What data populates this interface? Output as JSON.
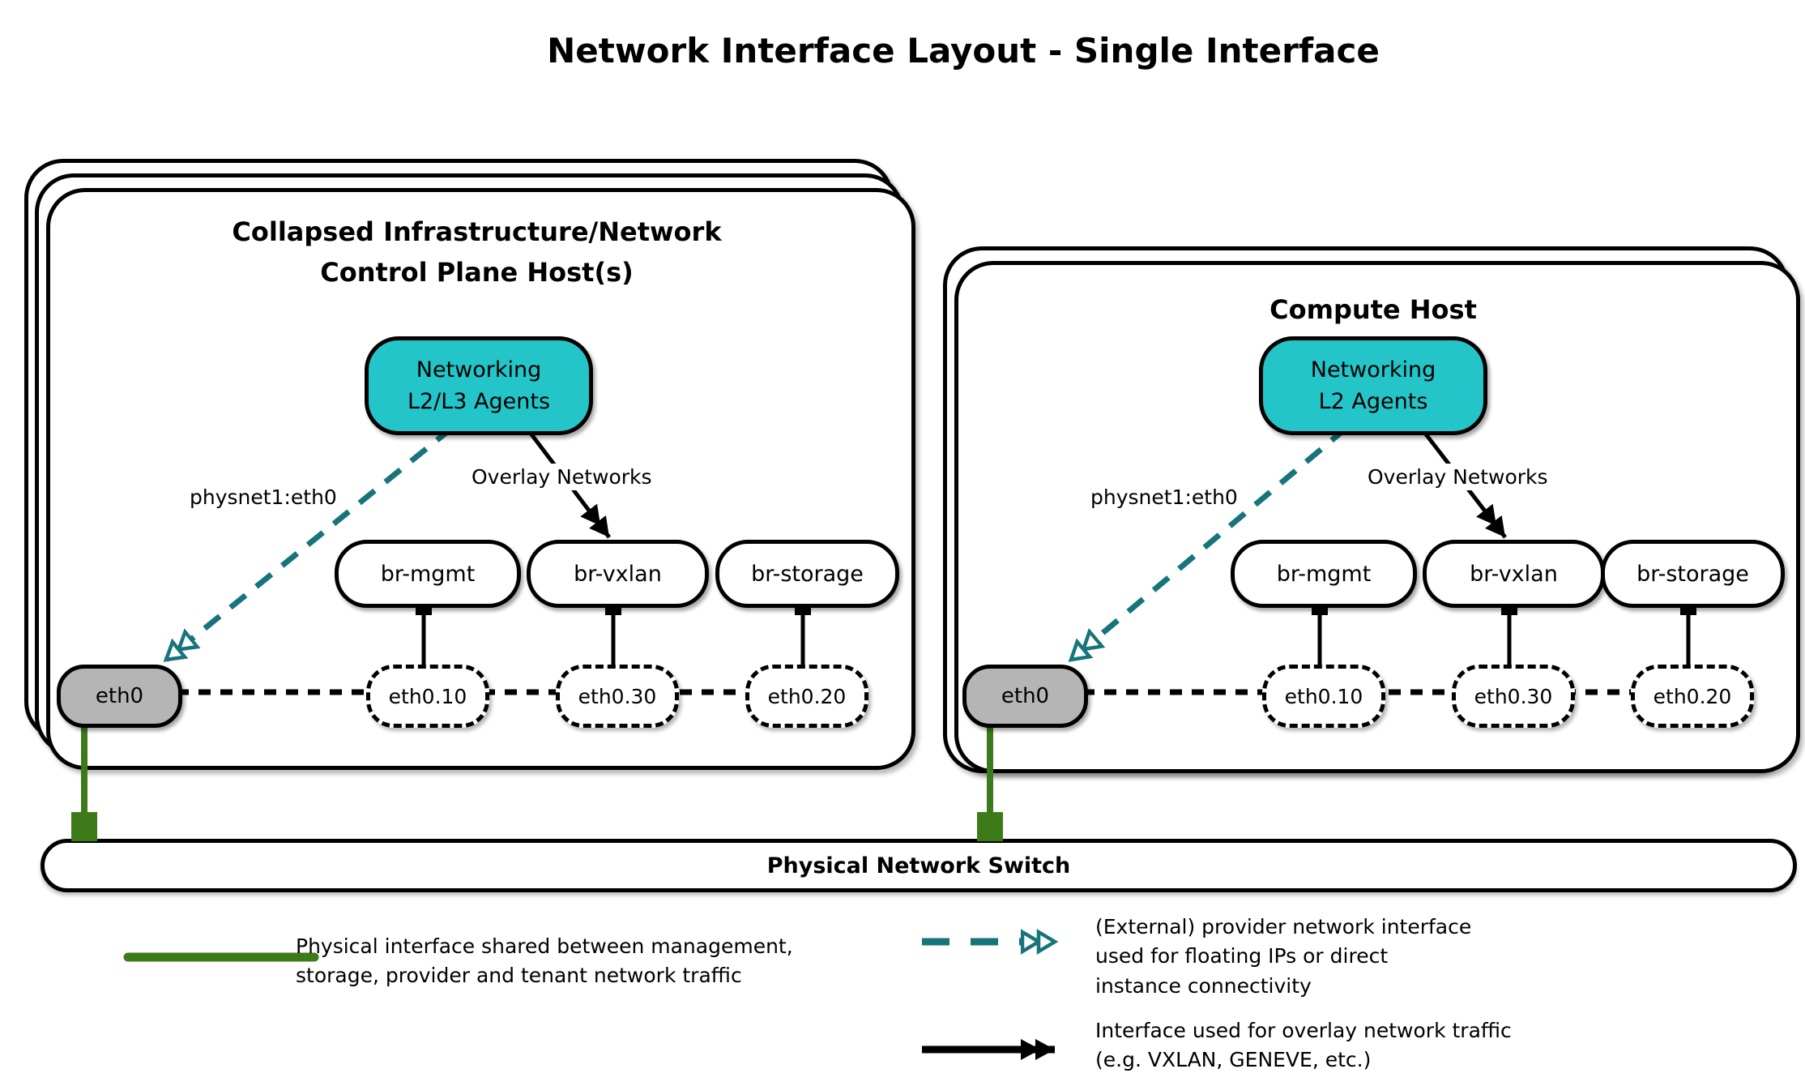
{
  "title": "Network Interface Layout - Single Interface",
  "hosts": {
    "left": {
      "title_line1": "Collapsed Infrastructure/Network",
      "title_line2": "Control Plane Host(s)",
      "agent_line1": "Networking",
      "agent_line2": "L2/L3 Agents",
      "provider_edge_label": "physnet1:eth0",
      "overlay_edge_label": "Overlay Networks",
      "bridges": [
        "br-mgmt",
        "br-vxlan",
        "br-storage"
      ],
      "phys_interface": "eth0",
      "vlan_interfaces": [
        "eth0.10",
        "eth0.30",
        "eth0.20"
      ]
    },
    "right": {
      "title_line1": "Compute Host",
      "agent_line1": "Networking",
      "agent_line2": "L2 Agents",
      "provider_edge_label": "physnet1:eth0",
      "overlay_edge_label": "Overlay Networks",
      "bridges": [
        "br-mgmt",
        "br-vxlan",
        "br-storage"
      ],
      "phys_interface": "eth0",
      "vlan_interfaces": [
        "eth0.10",
        "eth0.30",
        "eth0.20"
      ]
    }
  },
  "switch_label": "Physical Network Switch",
  "legend": {
    "physical": {
      "lines": [
        "Physical interface shared between management,",
        "storage, provider and tenant network traffic"
      ]
    },
    "provider": {
      "lines": [
        "(External) provider network interface",
        "used for floating IPs or direct",
        "instance connectivity"
      ]
    },
    "overlay": {
      "lines": [
        "Interface used for overlay network traffic",
        "(e.g. VXLAN, GENEVE, etc.)"
      ]
    }
  },
  "colors": {
    "agent_fill": "#23c5c8",
    "provider_arrow": "#17747b",
    "physical_link": "#3d7a1a",
    "phys_interface_fill": "#b5b5b5",
    "line_black": "#000000"
  }
}
